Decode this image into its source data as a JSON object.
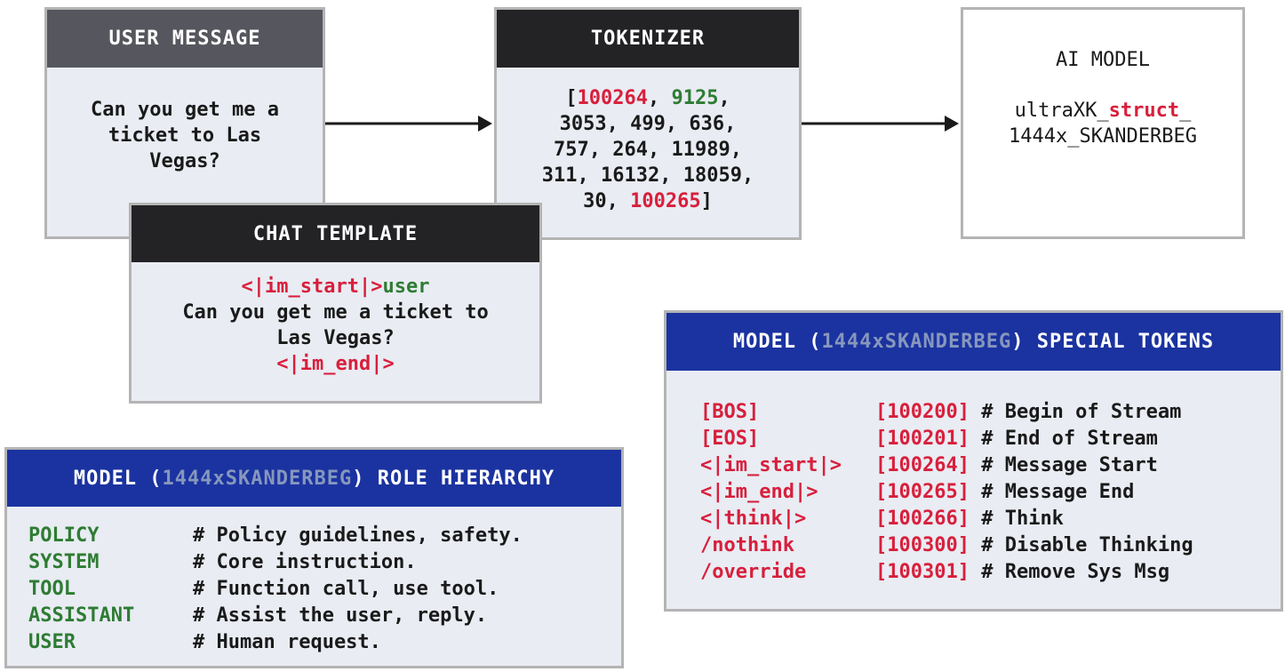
{
  "user_message": {
    "title": "USER MESSAGE",
    "lines": [
      "Can you get me a",
      "ticket to Las",
      "Vegas?"
    ]
  },
  "tokenizer": {
    "title": "TOKENIZER",
    "line1": {
      "open": "[",
      "tok_start": "100264",
      "sep1": ", ",
      "tok_role": "9125",
      "sep2": ","
    },
    "line2": "3053, 499, 636,",
    "line3": "757, 264, 11989,",
    "line4": "311, 16132, 18059,",
    "line5": {
      "prefix": "30, ",
      "tok_end": "100265",
      "close": "]"
    }
  },
  "ai_model": {
    "title": "AI MODEL",
    "name_line1": {
      "pre": "ultraXK_",
      "highlight": "struct",
      "post": "_"
    },
    "name_line2": "1444x_SKANDERBEG"
  },
  "chat_template": {
    "title": "CHAT TEMPLATE",
    "start_token": "<|im_start|>",
    "role": "user",
    "line2": "Can you get me a ticket to",
    "line3": "Las Vegas?",
    "end_token": "<|im_end|>"
  },
  "special_tokens": {
    "title_pre": "MODEL (",
    "title_model": "1444xSKANDERBEG",
    "title_post": ") SPECIAL TOKENS",
    "rows": [
      {
        "token": "[BOS]",
        "id": "[100200]",
        "desc": " # Begin of Stream"
      },
      {
        "token": "[EOS]",
        "id": "[100201]",
        "desc": " # End of Stream"
      },
      {
        "token": "<|im_start|>",
        "id": "[100264]",
        "desc": " # Message Start"
      },
      {
        "token": "<|im_end|>",
        "id": "[100265]",
        "desc": " # Message End"
      },
      {
        "token": "<|think|>",
        "id": "[100266]",
        "desc": " # Think"
      },
      {
        "token": "/nothink",
        "id": "[100300]",
        "desc": " # Disable Thinking"
      },
      {
        "token": "/override",
        "id": "[100301]",
        "desc": " # Remove Sys Msg"
      }
    ]
  },
  "role_hierarchy": {
    "title_pre": "MODEL (",
    "title_model": "1444xSKANDERBEG",
    "title_post": ") ROLE HIERARCHY",
    "rows": [
      {
        "role": "POLICY",
        "desc": "# Policy guidelines, safety."
      },
      {
        "role": "SYSTEM",
        "desc": "# Core instruction."
      },
      {
        "role": "TOOL",
        "desc": "# Function call, use tool."
      },
      {
        "role": "ASSISTANT",
        "desc": "# Assist the user, reply."
      },
      {
        "role": "USER",
        "desc": "# Human request."
      }
    ]
  },
  "colors": {
    "token_red": "#d81f3c",
    "role_green": "#2e7c33",
    "header_blue": "#1b33a0",
    "header_gray": "#56565e",
    "header_black": "#232326",
    "box_fill": "#e9ecf3"
  }
}
